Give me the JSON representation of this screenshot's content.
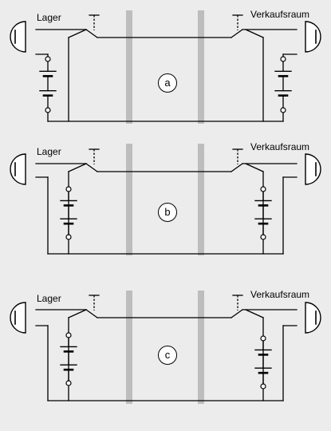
{
  "labels": {
    "left_room": "Lager",
    "right_room": "Verkaufsraum"
  },
  "panels": [
    {
      "badge": "a"
    },
    {
      "badge": "b"
    },
    {
      "badge": "c"
    }
  ],
  "colors": {
    "background": "#ececec",
    "wire": "#000000",
    "wall": "#bdbdbd",
    "lamp_fill": "#ffffff"
  },
  "icons": {
    "lamp": "bell-lamp-icon",
    "battery": "battery-cell-icon",
    "switch": "two-way-switch-icon"
  }
}
